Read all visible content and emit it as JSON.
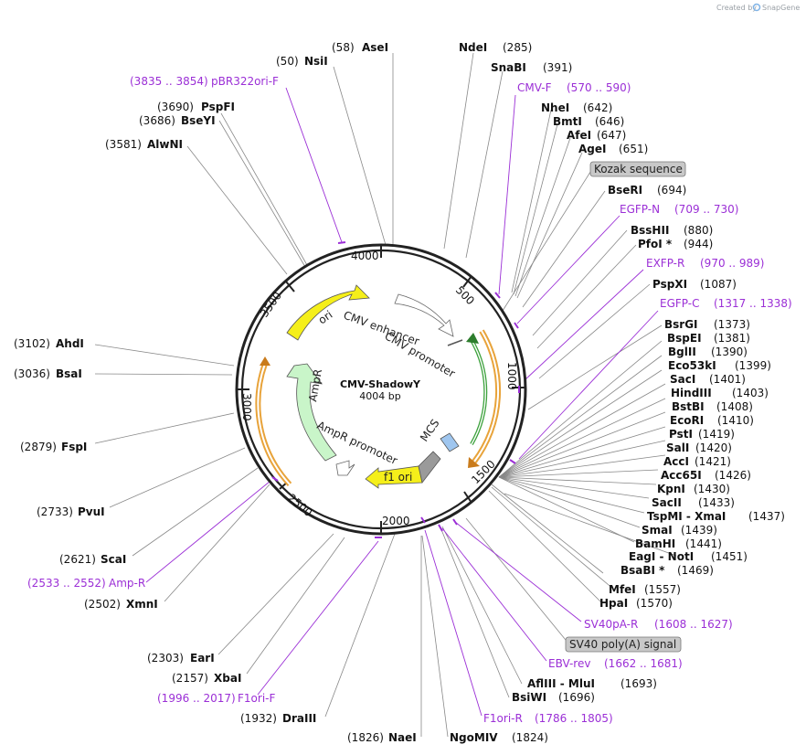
{
  "credit": {
    "created_by": "Created by",
    "brand": "SnapGene"
  },
  "plasmid": {
    "name": "CMV-ShadowY",
    "size": "4004 bp"
  },
  "ticks": [
    "500",
    "1000",
    "1500",
    "2000",
    "2500",
    "3000",
    "3500",
    "4000"
  ],
  "features": {
    "ori": "ori",
    "cmv_enhancer": "CMV enhancer",
    "cmv_promoter": "CMV promoter",
    "ampr": "AmpR",
    "ampr_promoter": "AmpR promoter",
    "mcs": "MCS",
    "f1_ori": "f1 ori"
  },
  "callout_boxes": {
    "kozak": "Kozak sequence",
    "sv40": "SV40 poly(A) signal"
  },
  "enzymes_right": [
    {
      "name": "NdeI",
      "pos": "(285)"
    },
    {
      "name": "SnaBI",
      "pos": "(391)"
    },
    {
      "name": "NheI",
      "pos": "(642)"
    },
    {
      "name": "BmtI",
      "pos": "(646)"
    },
    {
      "name": "AfeI",
      "pos": "(647)"
    },
    {
      "name": "AgeI",
      "pos": "(651)"
    },
    {
      "name": "BseRI",
      "pos": "(694)"
    },
    {
      "name": "BssHII",
      "pos": "(880)"
    },
    {
      "name": "PfoI *",
      "pos": "(944)"
    },
    {
      "name": "PspXI",
      "pos": "(1087)"
    },
    {
      "name": "BsrGI",
      "pos": "(1373)"
    },
    {
      "name": "BspEI",
      "pos": "(1381)"
    },
    {
      "name": "BglII",
      "pos": "(1390)"
    },
    {
      "name": "Eco53kI",
      "pos": "(1399)"
    },
    {
      "name": "SacI",
      "pos": "(1401)"
    },
    {
      "name": "HindIII",
      "pos": "(1403)"
    },
    {
      "name": "BstBI",
      "pos": "(1408)"
    },
    {
      "name": "EcoRI",
      "pos": "(1410)"
    },
    {
      "name": "PstI",
      "pos": "(1419)"
    },
    {
      "name": "SalI",
      "pos": "(1420)"
    },
    {
      "name": "AccI",
      "pos": "(1421)"
    },
    {
      "name": "Acc65I",
      "pos": "(1426)"
    },
    {
      "name": "KpnI",
      "pos": "(1430)"
    },
    {
      "name": "SacII",
      "pos": "(1433)"
    },
    {
      "name": "TspMI - XmaI",
      "pos": "(1437)"
    },
    {
      "name": "SmaI",
      "pos": "(1439)"
    },
    {
      "name": "BamHI",
      "pos": "(1441)"
    },
    {
      "name": "EagI - NotI",
      "pos": "(1451)"
    },
    {
      "name": "BsaBI *",
      "pos": "(1469)"
    },
    {
      "name": "MfeI",
      "pos": "(1557)"
    },
    {
      "name": "HpaI",
      "pos": "(1570)"
    },
    {
      "name": "AflIII - MluI",
      "pos": "(1693)"
    },
    {
      "name": "BsiWI",
      "pos": "(1696)"
    },
    {
      "name": "NgoMIV",
      "pos": "(1824)"
    }
  ],
  "enzymes_left": [
    {
      "name": "AseI",
      "pos": "(58)"
    },
    {
      "name": "NsiI",
      "pos": "(50)"
    },
    {
      "name": "PspFI",
      "pos": "(3690)"
    },
    {
      "name": "BseYI",
      "pos": "(3686)"
    },
    {
      "name": "AlwNI",
      "pos": "(3581)"
    },
    {
      "name": "AhdI",
      "pos": "(3102)"
    },
    {
      "name": "BsaI",
      "pos": "(3036)"
    },
    {
      "name": "FspI",
      "pos": "(2879)"
    },
    {
      "name": "PvuI",
      "pos": "(2733)"
    },
    {
      "name": "ScaI",
      "pos": "(2621)"
    },
    {
      "name": "XmnI",
      "pos": "(2502)"
    },
    {
      "name": "EarI",
      "pos": "(2303)"
    },
    {
      "name": "XbaI",
      "pos": "(2157)"
    },
    {
      "name": "DraIII",
      "pos": "(1932)"
    },
    {
      "name": "NaeI",
      "pos": "(1826)"
    }
  ],
  "primers": [
    {
      "name": "pBR322ori-F",
      "range": "(3835 .. 3854)"
    },
    {
      "name": "CMV-F",
      "range": "(570 .. 590)"
    },
    {
      "name": "EGFP-N",
      "range": "(709 .. 730)"
    },
    {
      "name": "EXFP-R",
      "range": "(970 .. 989)"
    },
    {
      "name": "EGFP-C",
      "range": "(1317 .. 1338)"
    },
    {
      "name": "SV40pA-R",
      "range": "(1608 .. 1627)"
    },
    {
      "name": "EBV-rev",
      "range": "(1662 .. 1681)"
    },
    {
      "name": "F1ori-R",
      "range": "(1786 .. 1805)"
    },
    {
      "name": "Amp-R",
      "range": "(2533 .. 2552)"
    },
    {
      "name": "F1ori-F",
      "range": "(1996 .. 2017)"
    }
  ],
  "colors": {
    "ori": "#f5ef1a",
    "cmv": "#ffffff",
    "ampr": "#c9f5c9",
    "f1_ori": "#f5ef1a",
    "mcs": "#9fc6ef",
    "egfp_band": "#e8a33a",
    "primer": "#9b2fd6",
    "green_strip": "#3ca13c"
  }
}
